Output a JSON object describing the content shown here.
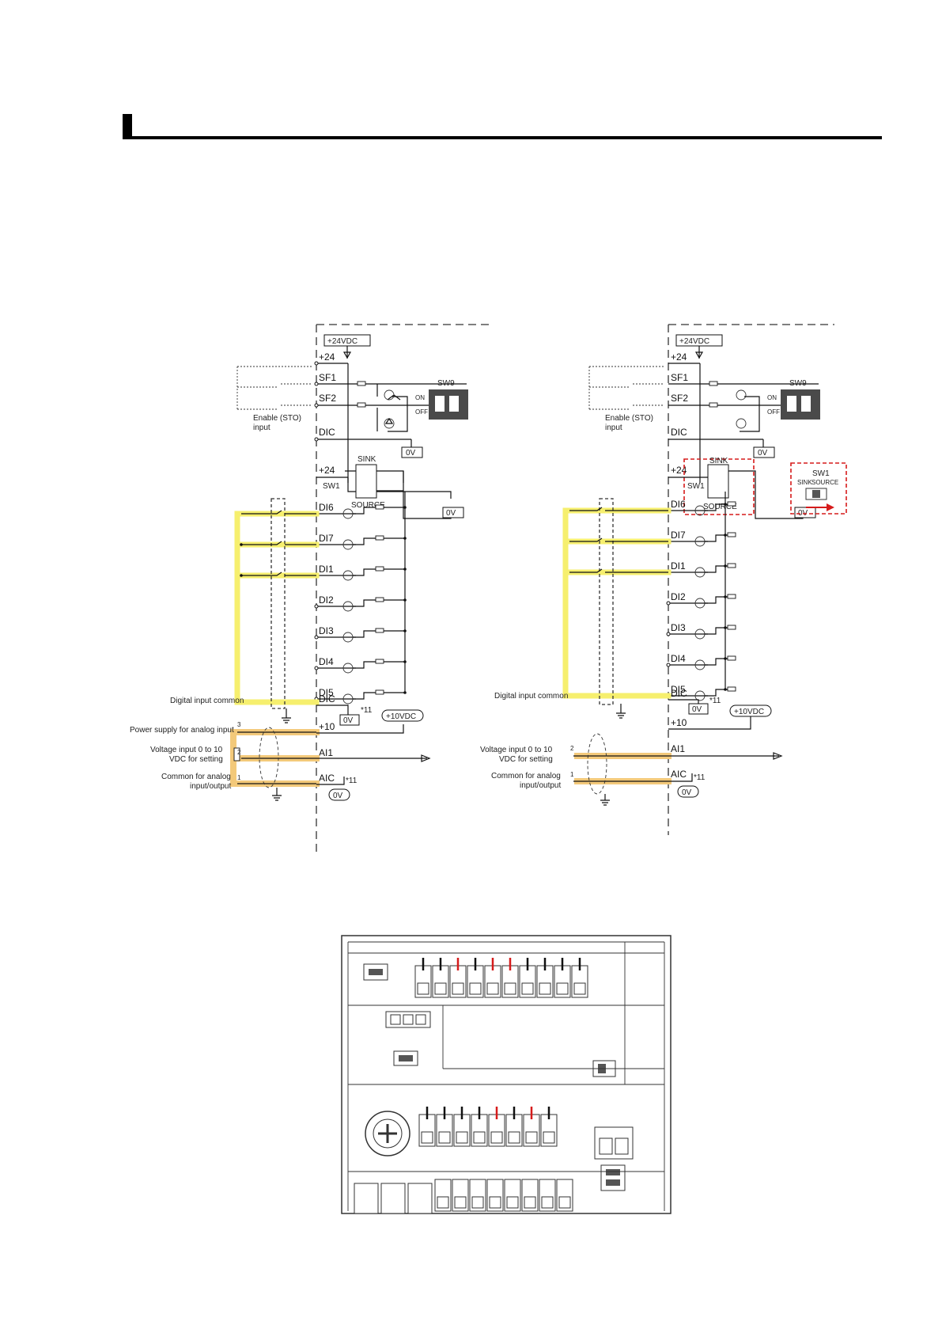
{
  "diagrams": [
    {
      "supply_box": "+24VDC",
      "terminals": [
        "+24",
        "SF1",
        "SF2",
        "DIC",
        "+24",
        "DI6",
        "DI7",
        "DI1",
        "DI2",
        "DI3",
        "DI4",
        "DI5",
        "DIC",
        "+10",
        "AI1",
        "AIC"
      ],
      "sto_label_line1": "Enable (STO)",
      "sto_label_line2": "input",
      "sw9_label": "SW9",
      "sw9_on": "ON",
      "sw9_off": "OFF",
      "zero_v": "0V",
      "sink": "SINK",
      "source": "SOURCE",
      "sw1": "SW1",
      "ten_vdc": "+10VDC",
      "note": "*11",
      "digital_common": "Digital input common",
      "power_analog": "Power supply for analog input",
      "voltage_input_line1": "Voltage input 0 to 10",
      "voltage_input_line2": "VDC for setting",
      "common_analog_line1": "Common for analog",
      "common_analog_line2": "input/output",
      "pot_pins": [
        "3",
        "2",
        "1"
      ]
    },
    {
      "supply_box": "+24VDC",
      "terminals": [
        "+24",
        "SF1",
        "SF2",
        "DIC",
        "+24",
        "DI6",
        "DI7",
        "DI1",
        "DI2",
        "DI3",
        "DI4",
        "DI5",
        "DIC",
        "+10",
        "AI1",
        "AIC"
      ],
      "sto_label_line1": "Enable (STO)",
      "sto_label_line2": "input",
      "sw9_label": "SW9",
      "sw9_on": "ON",
      "sw9_off": "OFF",
      "zero_v": "0V",
      "sink": "SINK",
      "source": "SOURCE",
      "sw1": "SW1",
      "sw1_callout": "SW1",
      "sw1_callout_sink": "SINK",
      "sw1_callout_source": "SOURCE",
      "ten_vdc": "+10VDC",
      "note": "*11",
      "digital_common": "Digital input common",
      "voltage_input_line1": "Voltage input 0 to 10",
      "voltage_input_line2": "VDC for setting",
      "common_analog_line1": "Common for analog",
      "common_analog_line2": "input/output",
      "wire_pins": [
        "2",
        "1"
      ]
    }
  ],
  "colors": {
    "highlight_yellow": "#f6ef6e",
    "highlight_orange": "#f3c97a",
    "callout_red": "#d61b1b",
    "switch_dark": "#4a4a4a"
  },
  "terminal_block": {
    "top_row_marks": [
      "black",
      "black",
      "red",
      "black",
      "red",
      "red",
      "black",
      "black",
      "black",
      "black"
    ],
    "middle_row_marks": [
      "black",
      "black",
      "black",
      "black",
      "red",
      "black",
      "red",
      "black"
    ]
  }
}
